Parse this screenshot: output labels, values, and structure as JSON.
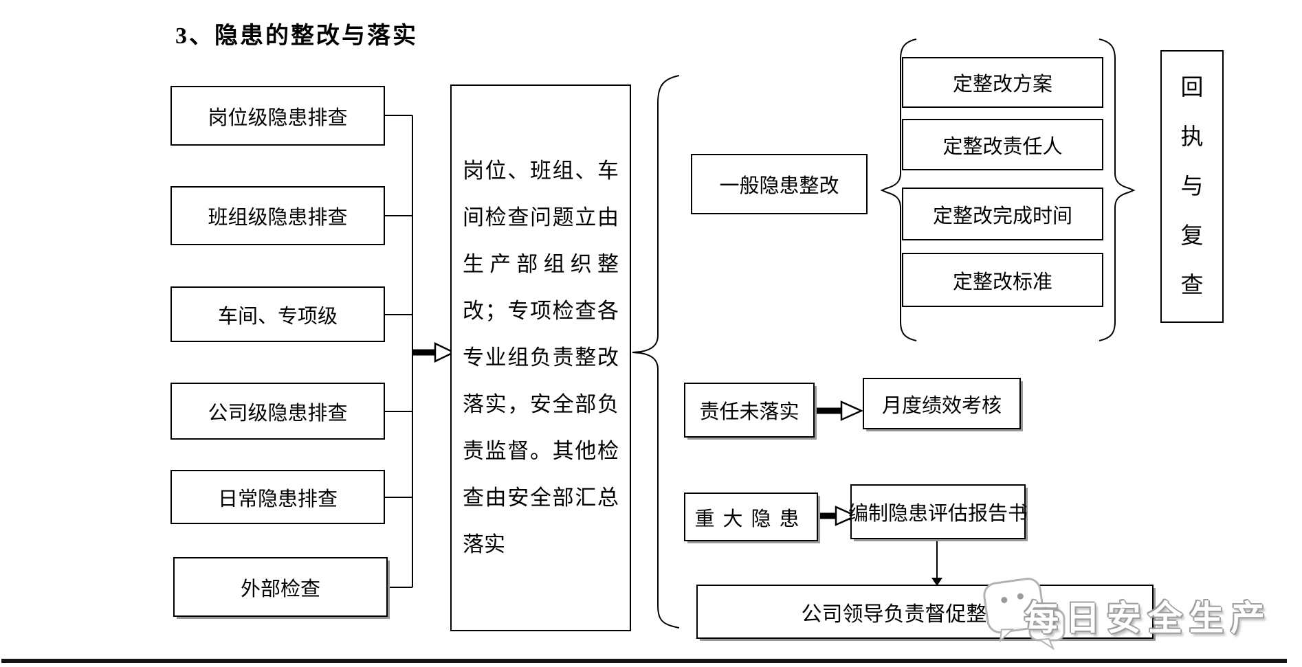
{
  "title": "3、隐患的整改与落实",
  "flow": {
    "sources": [
      {
        "label": "岗位级隐患排查"
      },
      {
        "label": "班组级隐患排查"
      },
      {
        "label": "车间、专项级"
      },
      {
        "label": "公司级隐患排查"
      },
      {
        "label": "日常隐患排查"
      },
      {
        "label": "外部检查"
      }
    ],
    "center_box": {
      "lines": [
        "岗位、班组、车",
        "间检查问题立由",
        "生产部组织整",
        "改；专项检查各",
        "专业组负责整改",
        "落实，安全部负",
        "责监督。其他检",
        "查由安全部汇总",
        "落实"
      ]
    },
    "general_branch": {
      "label": "一般隐患整改",
      "steps": [
        {
          "label": "定整改方案"
        },
        {
          "label": "定整改责任人"
        },
        {
          "label": "定整改完成时间"
        },
        {
          "label": "定整改标准"
        }
      ],
      "result": "回执与复查"
    },
    "unfulfilled_branch": {
      "label": "责任未落实",
      "result": "月度绩效考核"
    },
    "major_branch": {
      "label": "重大隐患",
      "result": "编制隐患评估报告书",
      "followup": "公司领导负责督促整改落实"
    }
  },
  "watermark": {
    "icon": "wechat-icon",
    "text": "每日安全生产"
  }
}
